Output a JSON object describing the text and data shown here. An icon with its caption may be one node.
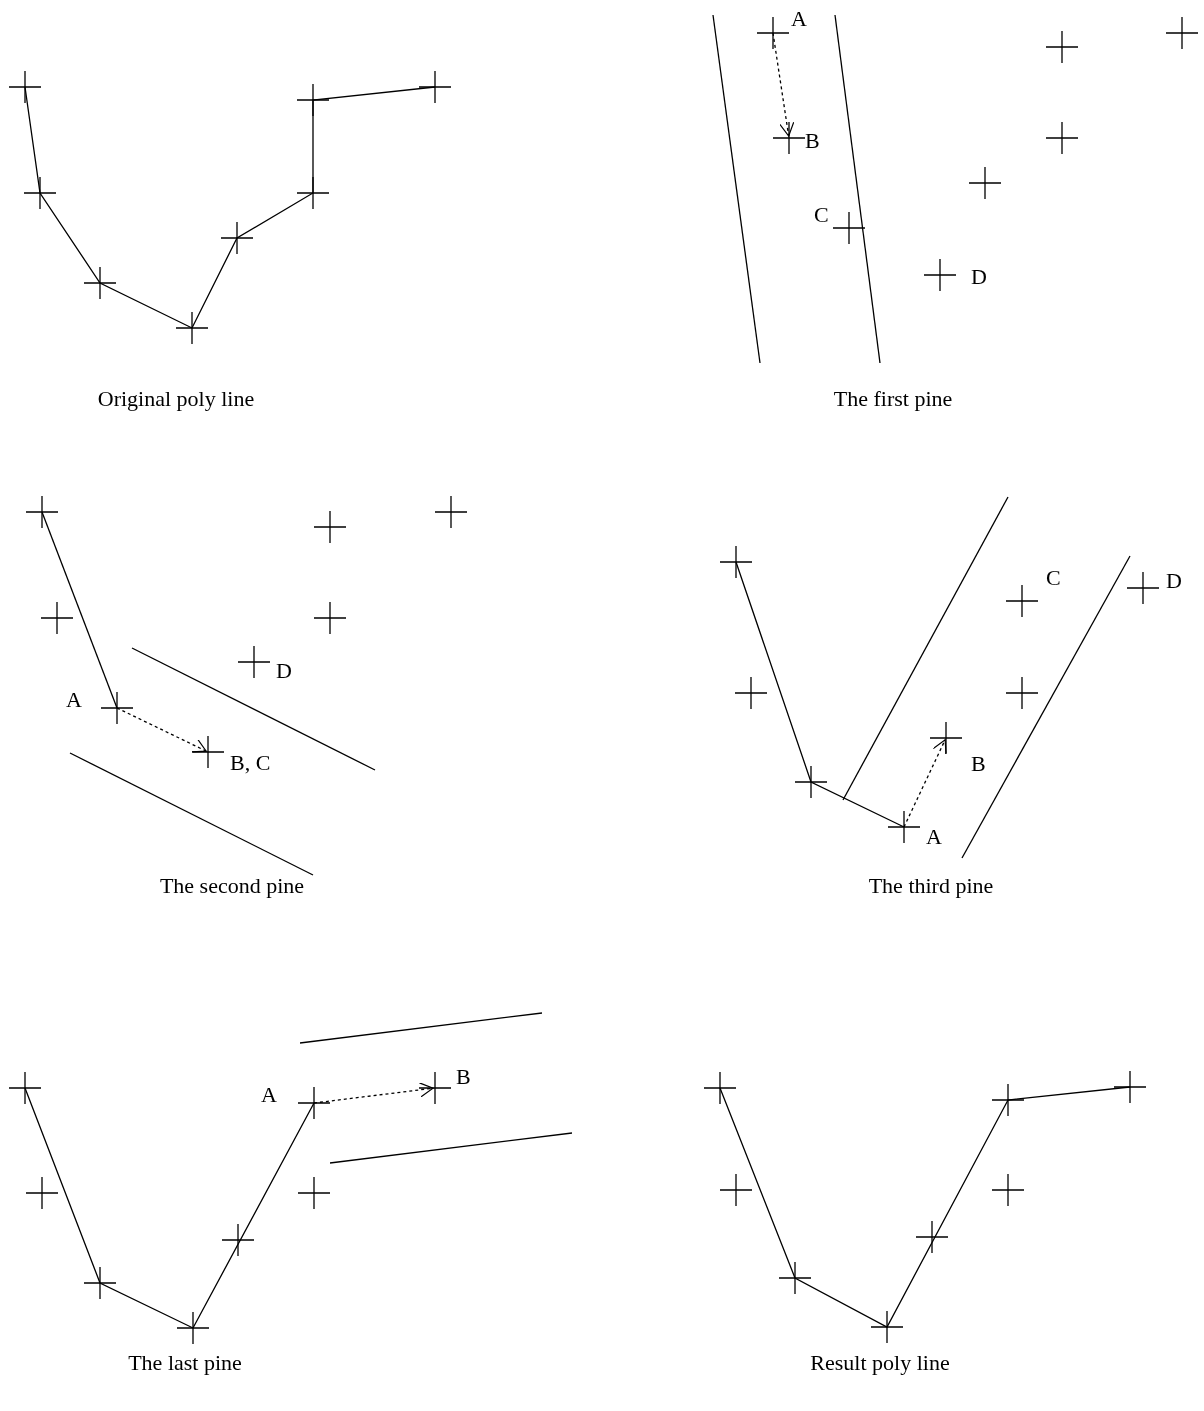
{
  "diagram": {
    "labels": [
      "Original poly line",
      "A",
      "B",
      "C",
      "D",
      "The first pine",
      "D",
      "A",
      "B, C",
      "The second pine",
      "C",
      "D",
      "B",
      "A",
      "The third pine",
      "B",
      "A",
      "The last pine",
      "Result poly line"
    ]
  }
}
